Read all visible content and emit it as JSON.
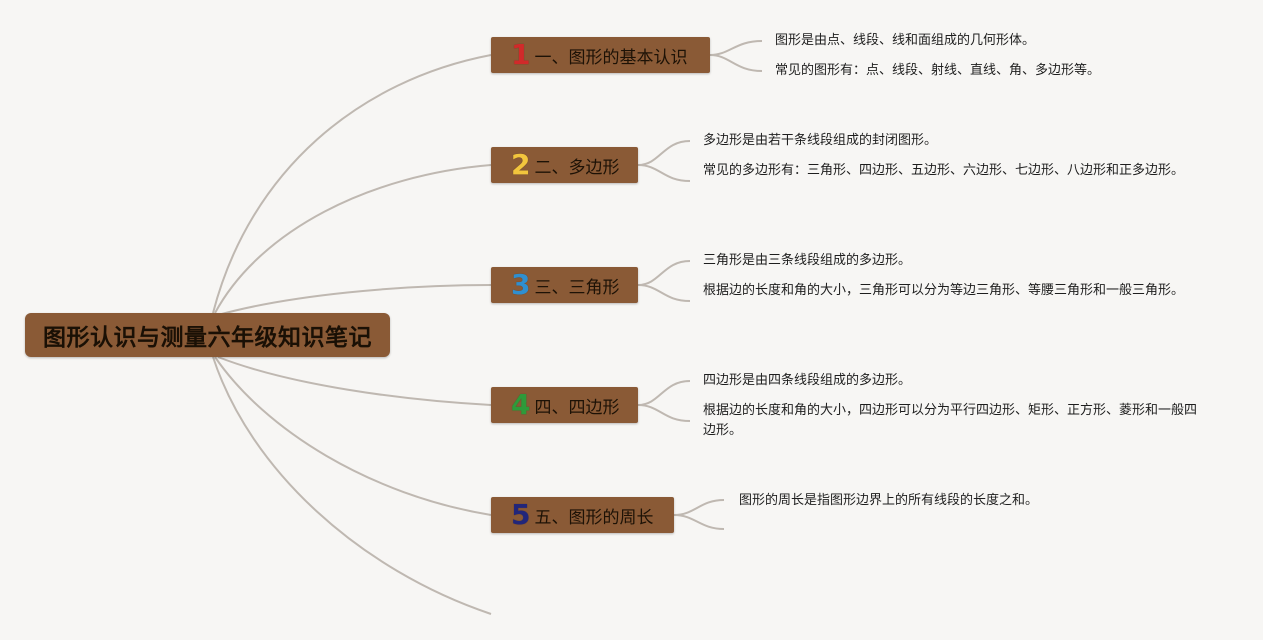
{
  "root": {
    "title": "图形认识与测量六年级知识笔记"
  },
  "branches": [
    {
      "number": "1",
      "label": "一、图形的基本认识",
      "color": "#d12a2a",
      "notes": [
        "图形是由点、线段、线和面组成的几何形体。",
        "常见的图形有：点、线段、射线、直线、角、多边形等。"
      ]
    },
    {
      "number": "2",
      "label": "二、多边形",
      "color": "#f2c53d",
      "notes": [
        "多边形是由若干条线段组成的封闭图形。",
        "常见的多边形有：三角形、四边形、五边形、六边形、七边形、八边形和正多边形。"
      ]
    },
    {
      "number": "3",
      "label": "三、三角形",
      "color": "#2f8fd0",
      "notes": [
        "三角形是由三条线段组成的多边形。",
        "根据边的长度和角的大小，三角形可以分为等边三角形、等腰三角形和一般三角形。"
      ]
    },
    {
      "number": "4",
      "label": "四、四边形",
      "color": "#2e9a3a",
      "notes": [
        "四边形是由四条线段组成的多边形。",
        "根据边的长度和角的大小，四边形可以分为平行四边形、矩形、正方形、菱形和一般四边形。"
      ]
    },
    {
      "number": "5",
      "label": "五、图形的周长",
      "color": "#22267a",
      "notes": [
        "图形的周长是指图形边界上的所有线段的长度之和。"
      ]
    }
  ]
}
